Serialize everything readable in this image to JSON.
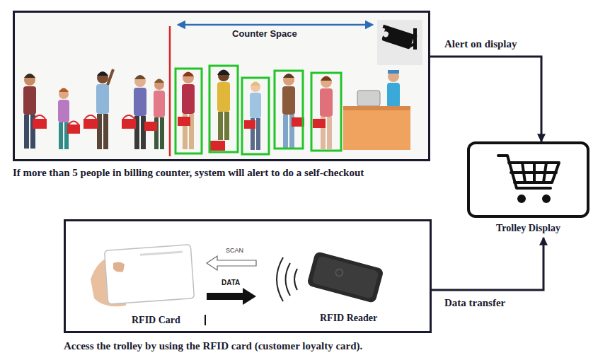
{
  "diagram": {
    "nodes": [
      {
        "text": [
          "If more than 5 people in billing counter, system will alert to do a self-checkout"
        ]
      },
      {
        "text": [
          "Access the trolley by using the RFID card (customer loyalty card)."
        ]
      },
      {
        "text": [
          "Trolley Display"
        ]
      }
    ],
    "edges": [
      {
        "from": 0,
        "to": 2,
        "arrow": "to",
        "label": "Alert on display"
      },
      {
        "from": 1,
        "to": 2,
        "arrow": "to",
        "label": "Data transfer"
      }
    ],
    "labels": [
      "Counter Space",
      "SCAN",
      "DATA",
      "RFID Card",
      "RFID Reader"
    ]
  }
}
